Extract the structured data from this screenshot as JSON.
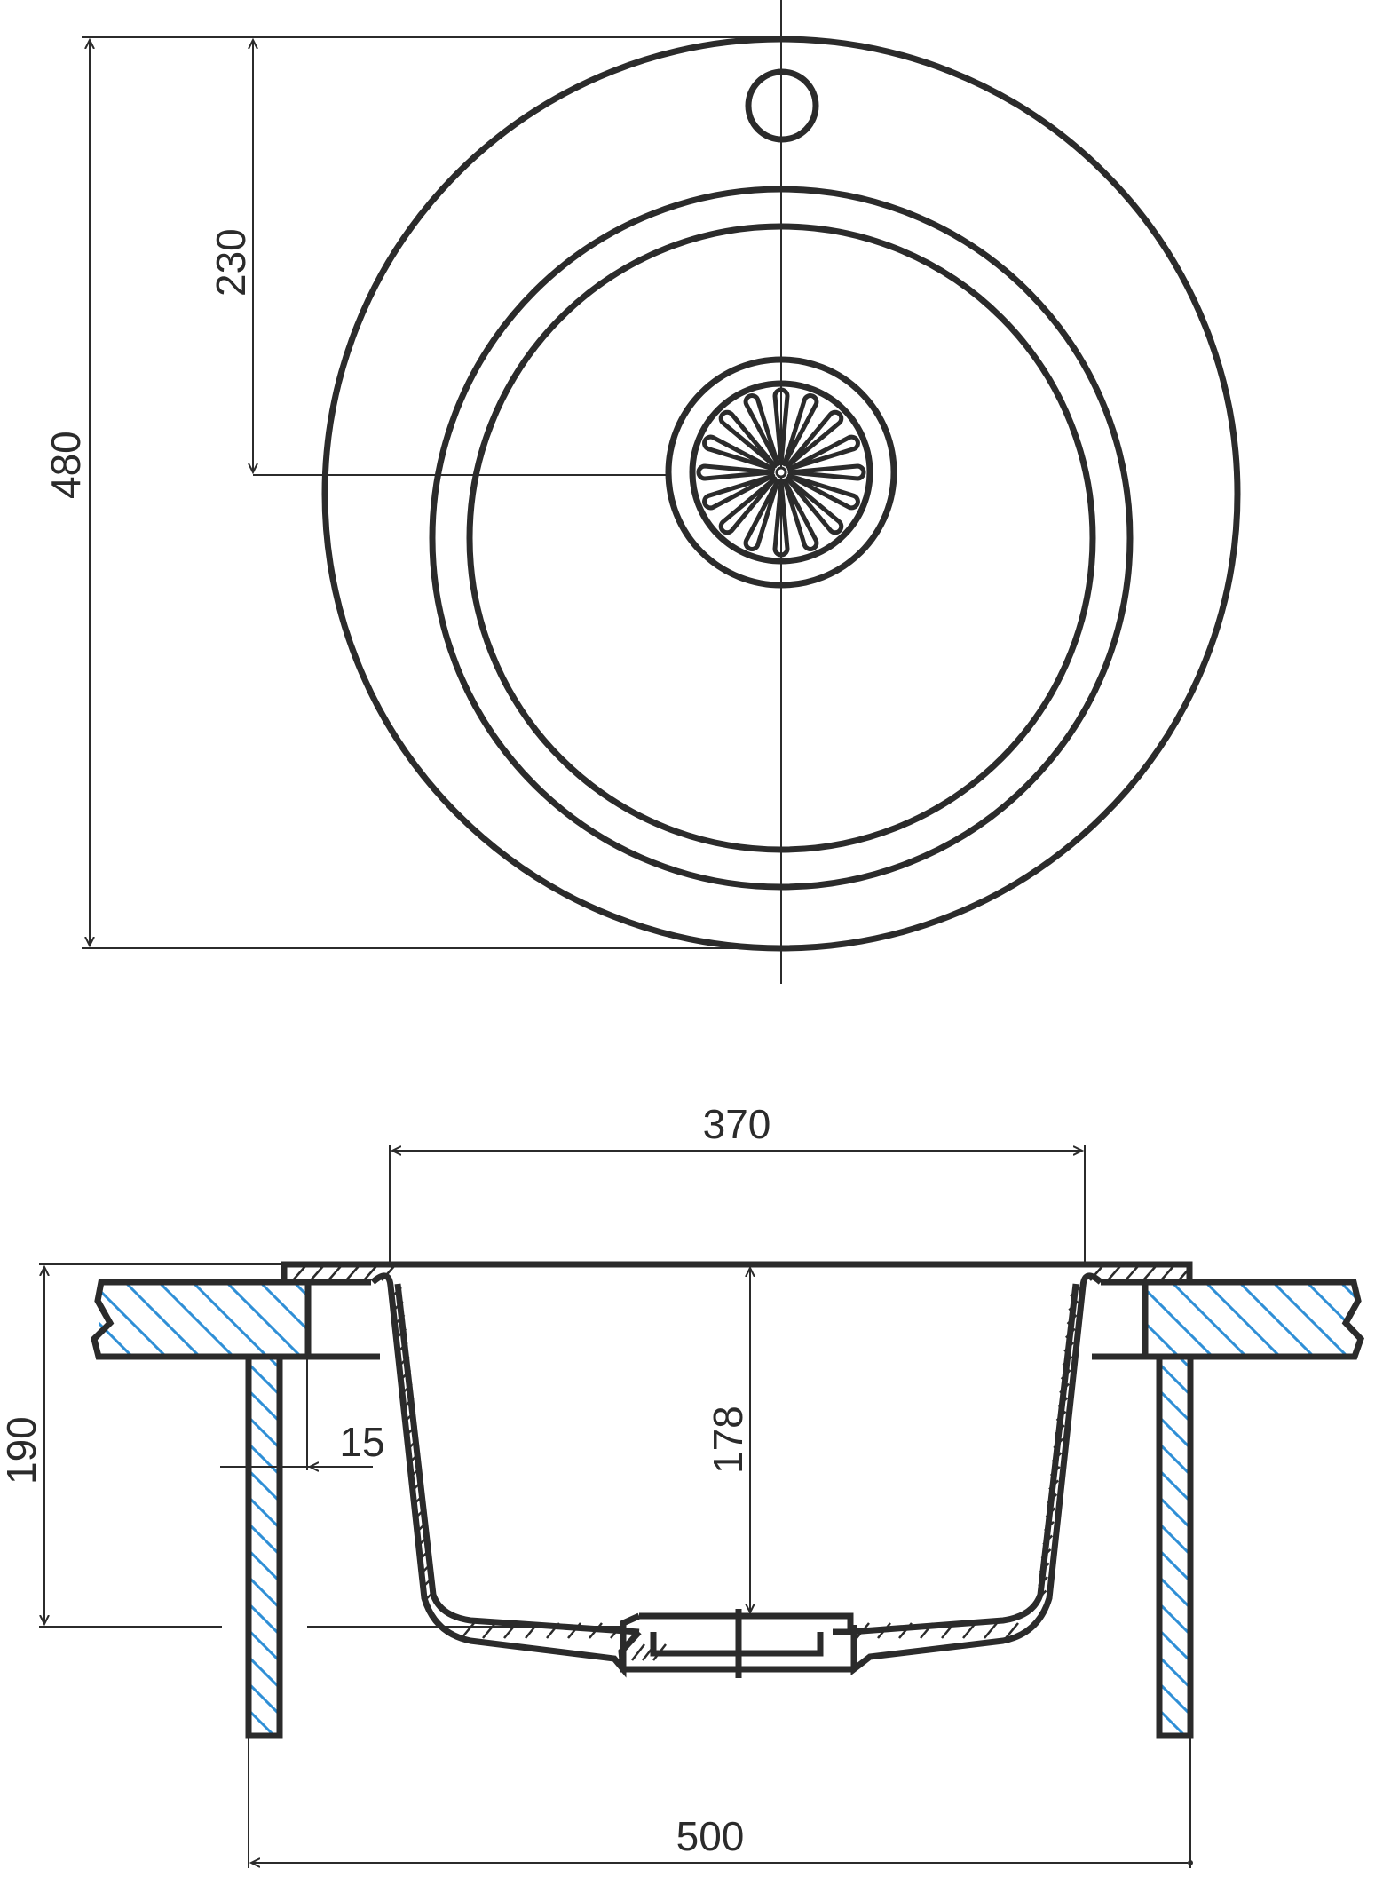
{
  "dimensions": {
    "top_height": "480",
    "top_drain_offset": "230",
    "bowl_width": "370",
    "overall_height": "190",
    "bowl_depth": "178",
    "rim_thickness": "15",
    "overall_width": "500"
  },
  "colors": {
    "line": "#2b2b2b",
    "hatch": "#2f8fd6",
    "background": "#ffffff"
  }
}
